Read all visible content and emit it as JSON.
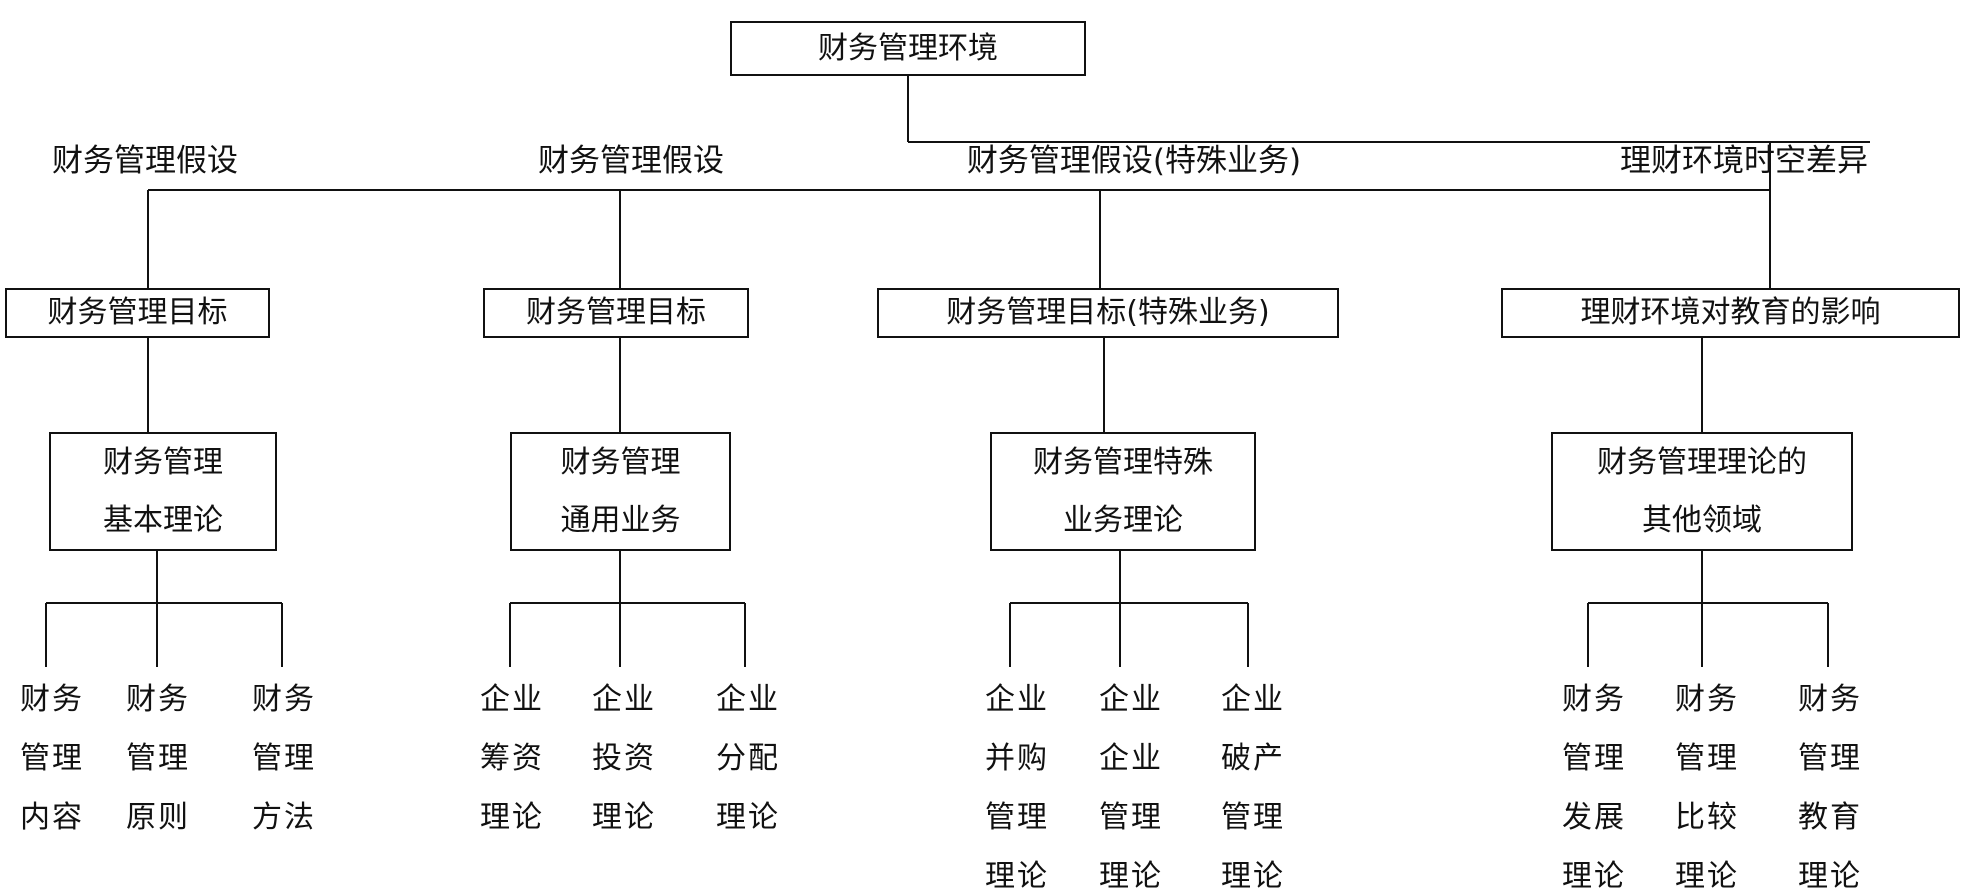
{
  "root": "财务管理环境",
  "assumptions": [
    "财务管理假设",
    "财务管理假设",
    "财务管理假设(特殊业务)",
    "理财环境时空差异"
  ],
  "goals": [
    "财务管理目标",
    "财务管理目标",
    "财务管理目标(特殊业务)",
    "理财环境对教育的影响"
  ],
  "theories": [
    [
      "财务管理",
      "基本理论"
    ],
    [
      "财务管理",
      "通用业务"
    ],
    [
      "财务管理特殊",
      "业务理论"
    ],
    [
      "财务管理理论的",
      "其他领域"
    ]
  ],
  "leaves": [
    [
      [
        "财务",
        "管理",
        "内容"
      ],
      [
        "财务",
        "管理",
        "原则"
      ],
      [
        "财务",
        "管理",
        "方法"
      ]
    ],
    [
      [
        "企业",
        "筹资",
        "理论"
      ],
      [
        "企业",
        "投资",
        "理论"
      ],
      [
        "企业",
        "分配",
        "理论"
      ]
    ],
    [
      [
        "企业",
        "并购",
        "管理",
        "理论"
      ],
      [
        "企业",
        "企业",
        "管理",
        "理论"
      ],
      [
        "企业",
        "破产",
        "管理",
        "理论"
      ]
    ],
    [
      [
        "财务",
        "管理",
        "发展",
        "理论"
      ],
      [
        "财务",
        "管理",
        "比较",
        "理论"
      ],
      [
        "财务",
        "管理",
        "教育",
        "理论"
      ]
    ]
  ],
  "line_color": "#111111"
}
